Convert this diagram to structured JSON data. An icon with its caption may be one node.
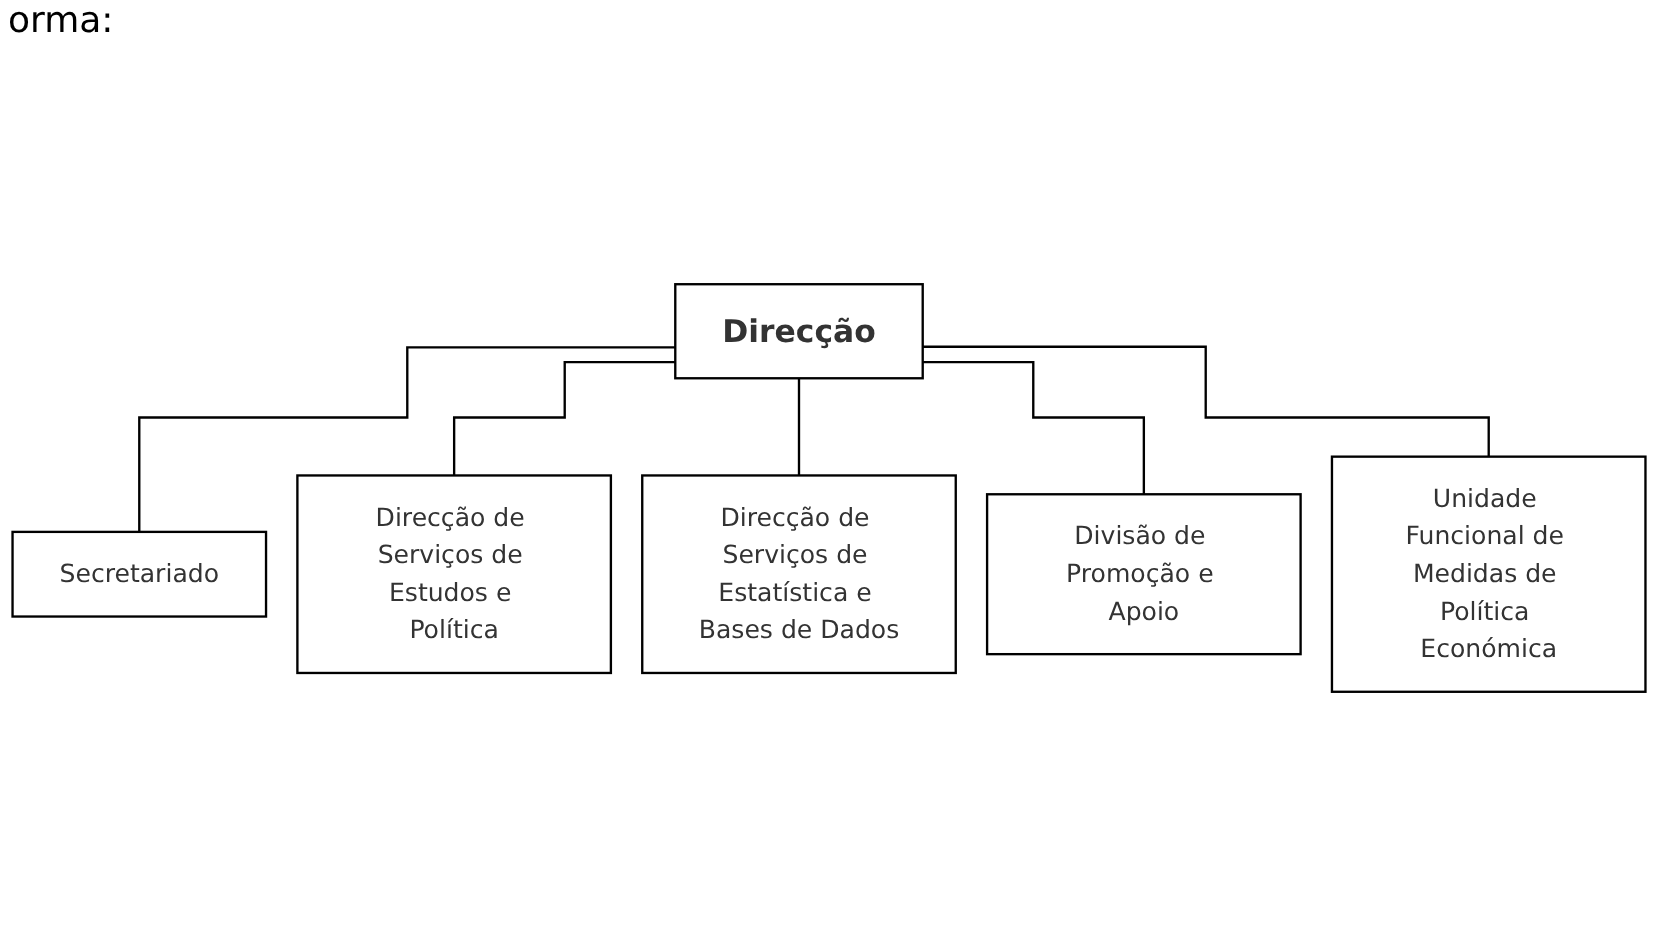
{
  "diagram": {
    "nodes": [
      {
        "text": [
          "Direcção"
        ]
      },
      {
        "text": [
          "Secretariado"
        ]
      },
      {
        "text": [
          "Direcção de Serviços de Estudos e Política"
        ]
      },
      {
        "text": [
          "Direcção de Serviços de Estatística e Bases de Dados"
        ]
      },
      {
        "text": [
          "Divisão de Promoção e Apoio"
        ]
      },
      {
        "text": [
          "Unidade Funcional de Medidas de Política Económica"
        ]
      }
    ],
    "edges": [
      {
        "from": 0,
        "to": 1,
        "arrow": "none"
      },
      {
        "from": 0,
        "to": 2,
        "arrow": "none"
      },
      {
        "from": 0,
        "to": 3,
        "arrow": "none"
      },
      {
        "from": 0,
        "to": 4,
        "arrow": "none"
      },
      {
        "from": 0,
        "to": 5,
        "arrow": "none"
      }
    ],
    "labels": [
      "orma:"
    ]
  }
}
